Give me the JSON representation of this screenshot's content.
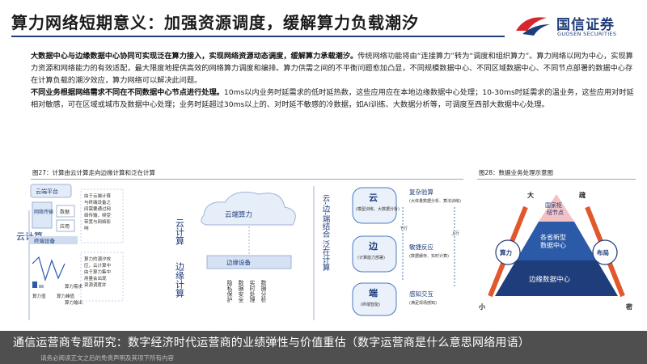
{
  "header": {
    "title": "算力网络短期意义：加强资源调度，缓解算力负载潮汐",
    "logo_cn": "国信证券",
    "logo_en": "GUOSEN SECURITIES",
    "brand_color": "#1f3d7a",
    "accent_color": "#d7262c"
  },
  "body": {
    "p1_bold": "大数据中心与边缘数据中心协同可实现泛在算力接入，实现网络资源动态调度，缓解算力承载潮汐。",
    "p1_rest": "传统网络功能将由“连接算力”转为“调度和组织算力”。算力网络以网为中心，实现算力资源和网络能力的有效适配，最大限度地提供高效的网络算力调度和编排。算力供需之间的不平衡问题愈加凸显，不同规模数据中心、不同区域数据中心、不同节点部署的数据中心存在计算负载的潮汐效应，算力网络可以解决此问题。",
    "p2_bold": "不同业务根据网络需求不同在不同数据中心节点进行处理。",
    "p2_rest": "10ms以内业务时延需求的低时延热数，这些应用应在本地边缘数据中心处理；10-30ms时延需求的温业务，这些应用对时延相对敏感，可在区域或城市及数据中心处理；业务时延超过30ms以上的、对时延不敏感的冷数据，如AI训练、大数据分析等，可调度至西部大数据中心处理。"
  },
  "figures": {
    "fig27_caption": "图27：计算由云计算走向边缘计算和泛在计算",
    "fig28_caption": "图28：数据业务处理示意图",
    "left": {
      "cloud_platform": "云端平台",
      "network_transfer": "网络传输",
      "data_label": "数据",
      "app_label": "应用",
      "terminal": "终端设备",
      "cloud_compute_v": "云计算",
      "desc1": "由于云端计算与终端设备之间需要通过网络传输，频受带宽与网络影响",
      "desc2": "算力的潮汐效应，云计算中由于算力集中用量会出现资源调度并",
      "compute_demand": "算力需求",
      "compute_supply": "算力输出",
      "legend_a": "算力值",
      "legend_b": "算力峰值"
    },
    "middle": {
      "cloud_compute_v": "云计算",
      "edge_compute_v": "边缘计算",
      "cloud_power": "云端算力",
      "edge_device": "边缘设备",
      "col1": "隐私保护",
      "col2": "数据安全",
      "col3": "实时处理",
      "col4": "数据分析",
      "ubiq_v": "云-边-端结合 泛在计算"
    },
    "right_flow": {
      "cloud": "云",
      "cloud_sub": "(模型训练、大数据分析)",
      "edge": "边",
      "edge_sub": "(计算能力部署)",
      "end": "端",
      "end_sub": "(终端智能)",
      "t1": "复杂验算",
      "t1_sub": "(大体量数据分析、算法训练)",
      "t2": "敏捷反应",
      "t2_sub": "(数据缓存、实时计算)",
      "t3": "感知交互",
      "t3_sub": "(满足现场感知)",
      "down": "下行",
      "up": "上行"
    },
    "pyramid": {
      "top": "国家枢纽节点",
      "mid": "各省新型数据中心",
      "base": "边缘数据中心",
      "left_axis": "算力",
      "right_axis": "布局",
      "top_left": "大",
      "top_right": "疏",
      "bottom_left": "小",
      "bottom_right": "密"
    }
  },
  "banner": {
    "text": "通信运营商专题研究：数字经济时代运营商的业绩弹性与价值重估（数字运营商是什么意思网络用语）",
    "footnote": "请务必阅读正文之后的免责声明及其项下所有内容"
  }
}
